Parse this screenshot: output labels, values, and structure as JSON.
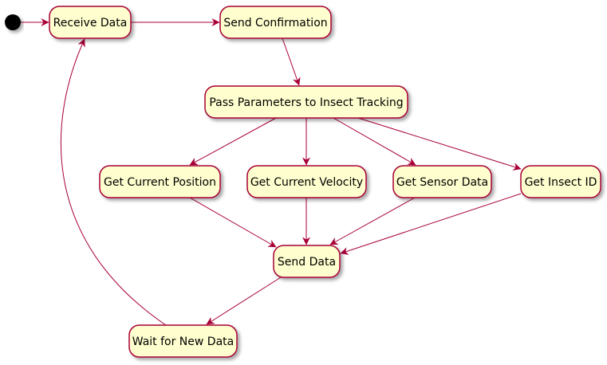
{
  "colors": {
    "background": "#ffffff",
    "node_fill": "#fefece",
    "node_border": "#a80036",
    "edge": "#a80036",
    "start_node": "#000000",
    "text": "#000000"
  },
  "diagram": {
    "start_icon": "start-node-circle",
    "nodes": [
      {
        "id": "receive_data",
        "label": "Receive Data"
      },
      {
        "id": "send_confirmation",
        "label": "Send Confirmation"
      },
      {
        "id": "pass_parameters",
        "label": "Pass Parameters to Insect Tracking"
      },
      {
        "id": "get_current_position",
        "label": "Get Current Position"
      },
      {
        "id": "get_current_velocity",
        "label": "Get Current Velocity"
      },
      {
        "id": "get_sensor_data",
        "label": "Get Sensor Data"
      },
      {
        "id": "get_insect_id",
        "label": "Get Insect ID"
      },
      {
        "id": "send_data",
        "label": "Send Data"
      },
      {
        "id": "wait_for_new_data",
        "label": "Wait for New Data"
      }
    ],
    "edges": [
      {
        "from": "start",
        "to": "receive_data"
      },
      {
        "from": "receive_data",
        "to": "send_confirmation"
      },
      {
        "from": "send_confirmation",
        "to": "pass_parameters"
      },
      {
        "from": "pass_parameters",
        "to": "get_current_position"
      },
      {
        "from": "pass_parameters",
        "to": "get_current_velocity"
      },
      {
        "from": "pass_parameters",
        "to": "get_sensor_data"
      },
      {
        "from": "pass_parameters",
        "to": "get_insect_id"
      },
      {
        "from": "get_current_position",
        "to": "send_data"
      },
      {
        "from": "get_current_velocity",
        "to": "send_data"
      },
      {
        "from": "get_sensor_data",
        "to": "send_data"
      },
      {
        "from": "get_insect_id",
        "to": "send_data"
      },
      {
        "from": "send_data",
        "to": "wait_for_new_data"
      },
      {
        "from": "wait_for_new_data",
        "to": "receive_data"
      }
    ]
  }
}
